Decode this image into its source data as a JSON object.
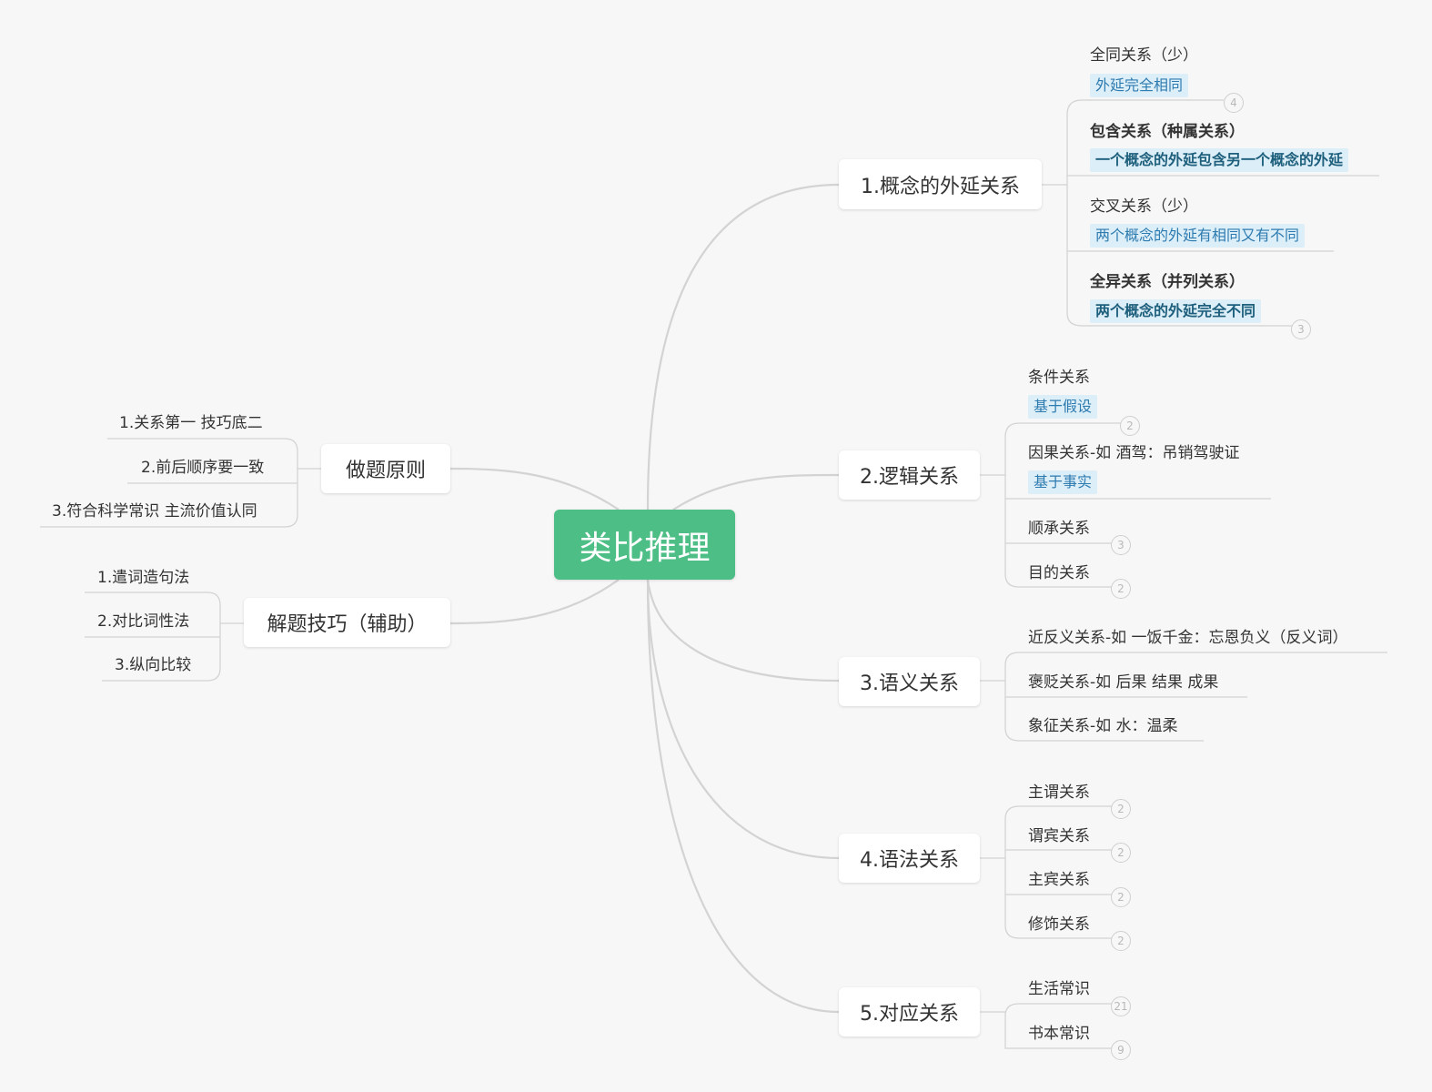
{
  "central": "类比推理",
  "branches": {
    "b1": {
      "label": "1.概念的外延关系",
      "items": [
        {
          "label": "全同关系（少）",
          "tag": "外延完全相同",
          "badge": "4"
        },
        {
          "label": "包含关系（种属关系）",
          "tag": "一个概念的外延包含另一个概念的外延"
        },
        {
          "label": "交叉关系（少）",
          "tag": "两个概念的外延有相同又有不同"
        },
        {
          "label": "全异关系（并列关系）",
          "tag": "两个概念的外延完全不同",
          "badge": "3"
        }
      ]
    },
    "b2": {
      "label": "2.逻辑关系",
      "items": [
        {
          "label": "条件关系",
          "tag": "基于假设",
          "badge": "2"
        },
        {
          "label": "因果关系-如 酒驾：吊销驾驶证",
          "tag": "基于事实"
        },
        {
          "label": "顺承关系",
          "badge": "3"
        },
        {
          "label": "目的关系",
          "badge": "2"
        }
      ]
    },
    "b3": {
      "label": "3.语义关系",
      "items": [
        {
          "label": "近反义关系-如 一饭千金：忘恩负义（反义词）"
        },
        {
          "label": "褒贬关系-如 后果 结果 成果"
        },
        {
          "label": "象征关系-如 水：温柔"
        }
      ]
    },
    "b4": {
      "label": "4.语法关系",
      "items": [
        {
          "label": "主谓关系",
          "badge": "2"
        },
        {
          "label": "谓宾关系",
          "badge": "2"
        },
        {
          "label": "主宾关系",
          "badge": "2"
        },
        {
          "label": "修饰关系",
          "badge": "2"
        }
      ]
    },
    "b5": {
      "label": "5.对应关系",
      "items": [
        {
          "label": "生活常识",
          "badge": "21"
        },
        {
          "label": "书本常识",
          "badge": "9"
        }
      ]
    },
    "l1": {
      "label": "做题原则",
      "items": [
        {
          "label": "1.关系第一 技巧底二"
        },
        {
          "label": "2.前后顺序要一致"
        },
        {
          "label": "3.符合科学常识 主流价值认同"
        }
      ]
    },
    "l2": {
      "label": "解题技巧（辅助）",
      "items": [
        {
          "label": "1.遣词造句法"
        },
        {
          "label": "2.对比词性法"
        },
        {
          "label": "3.纵向比较"
        }
      ]
    }
  },
  "colors": {
    "central_fill": "#4dbe85",
    "tag_fill": "#dceef7",
    "tag_text": "#2e7bb0",
    "connector": "#d0d0d0"
  }
}
